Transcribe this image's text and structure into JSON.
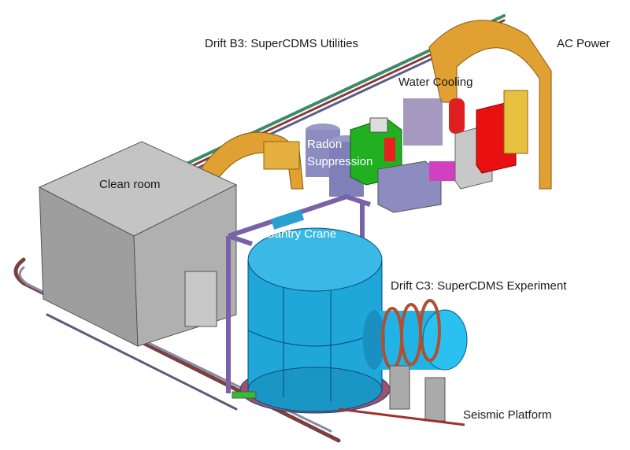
{
  "labels": {
    "drift_b3": "Drift B3: SuperCDMS Utilities",
    "ac_power": "AC Power",
    "water_cooling": "Water Cooling",
    "radon_line1": "Radon",
    "radon_line2": "Suppression",
    "clean_room": "Clean room",
    "gantry_crane": "Gantry Crane",
    "drift_c3": "Drift C3: SuperCDMS Experiment",
    "seismic_platform": "Seismic Platform"
  },
  "colors": {
    "arch": "#e0a032",
    "clean_room": "#a8a8a8",
    "shield": "#1ea7d8",
    "cryostat": "#21b3e6",
    "radon_tanks": "#8c8cc0",
    "water_cabinet": "#20b020",
    "ac_power": "#e81010",
    "frame": "#7a62a8"
  }
}
